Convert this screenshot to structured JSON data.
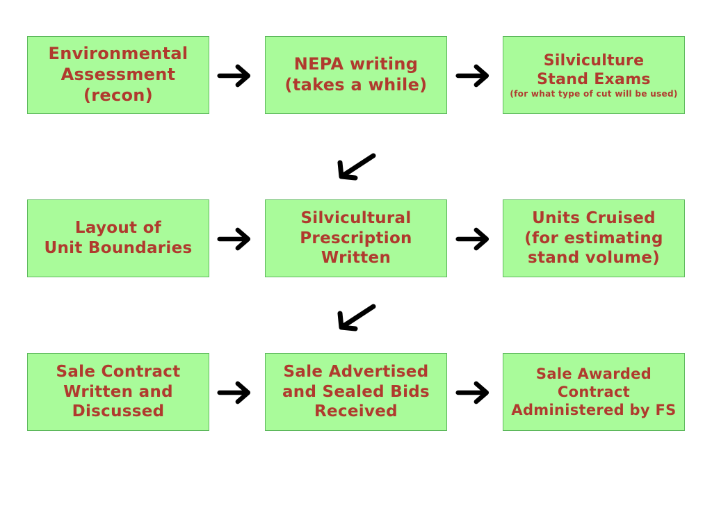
{
  "colors": {
    "box_fill": "#a9fb9a",
    "box_border": "#5cb85c",
    "text": "#b03a2e",
    "arrow": "#000000"
  },
  "steps": [
    {
      "lines": [
        "Environmental",
        "Assessment",
        "(recon)"
      ]
    },
    {
      "lines": [
        "NEPA writing",
        "(takes a while)"
      ]
    },
    {
      "lines": [
        "Silviculture",
        "Stand Exams"
      ],
      "note": "(for what type of cut will be used)"
    },
    {
      "lines": [
        "Layout of",
        "Unit Boundaries"
      ]
    },
    {
      "lines": [
        "Silvicultural",
        "Prescription",
        "Written"
      ]
    },
    {
      "lines": [
        "Units Cruised",
        "(for estimating",
        "stand volume)"
      ]
    },
    {
      "lines": [
        "Sale Contract",
        "Written and",
        "Discussed"
      ]
    },
    {
      "lines": [
        "Sale Advertised",
        "and Sealed Bids",
        "Received"
      ]
    },
    {
      "lines": [
        "Sale Awarded",
        "Contract",
        "Administered by FS"
      ]
    }
  ]
}
